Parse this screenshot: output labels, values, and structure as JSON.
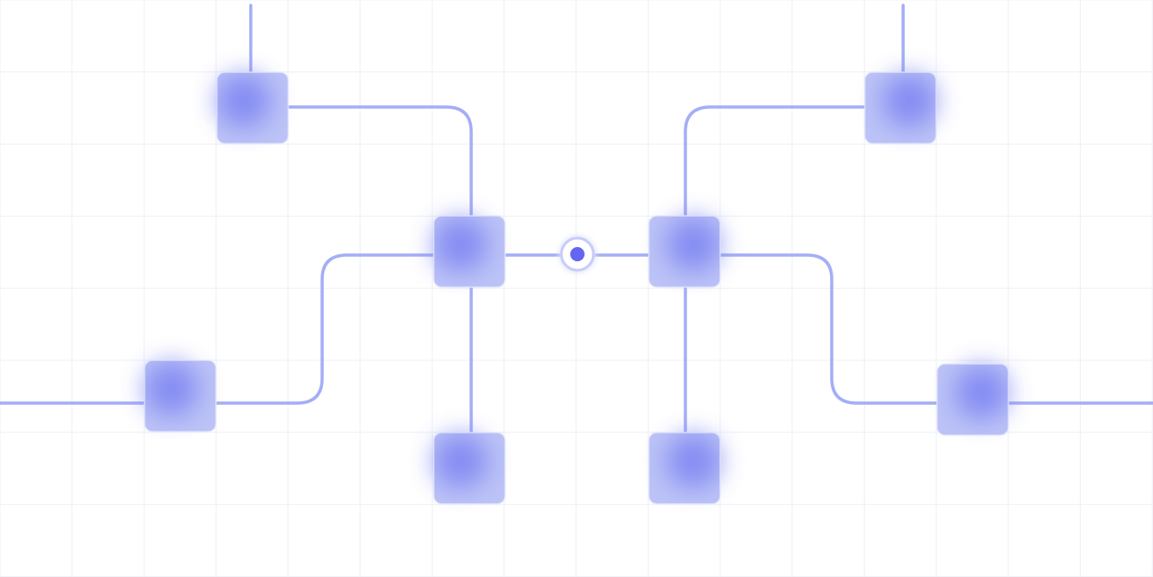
{
  "colors": {
    "background": "#ffffff",
    "grid": "#eef0f5",
    "connector": "#a4aef5",
    "node_fill": "#bcc3f6",
    "node_border": "#dfe3fb",
    "node_glow": "#7b83f2",
    "hub_dot": "#6366f1",
    "hub_ring": "#c7ccf8"
  },
  "nodes": [
    {
      "id": "top-left",
      "glow": "upper-left"
    },
    {
      "id": "mid-left",
      "glow": "upper-left"
    },
    {
      "id": "bottom-left",
      "glow": "upper-left"
    },
    {
      "id": "far-left",
      "glow": "upper-left"
    },
    {
      "id": "top-right",
      "glow": "upper-right"
    },
    {
      "id": "mid-right",
      "glow": "upper-right"
    },
    {
      "id": "bottom-right",
      "glow": "upper-right"
    },
    {
      "id": "far-right",
      "glow": "upper-right"
    }
  ],
  "edges": [
    [
      "top-left",
      "mid-left"
    ],
    [
      "far-left",
      "mid-left"
    ],
    [
      "mid-left",
      "bottom-left"
    ],
    [
      "mid-left",
      "hub"
    ],
    [
      "hub",
      "mid-right"
    ],
    [
      "top-right",
      "mid-right"
    ],
    [
      "mid-right",
      "bottom-right"
    ],
    [
      "mid-right",
      "far-right"
    ]
  ],
  "hub": {
    "id": "hub"
  }
}
